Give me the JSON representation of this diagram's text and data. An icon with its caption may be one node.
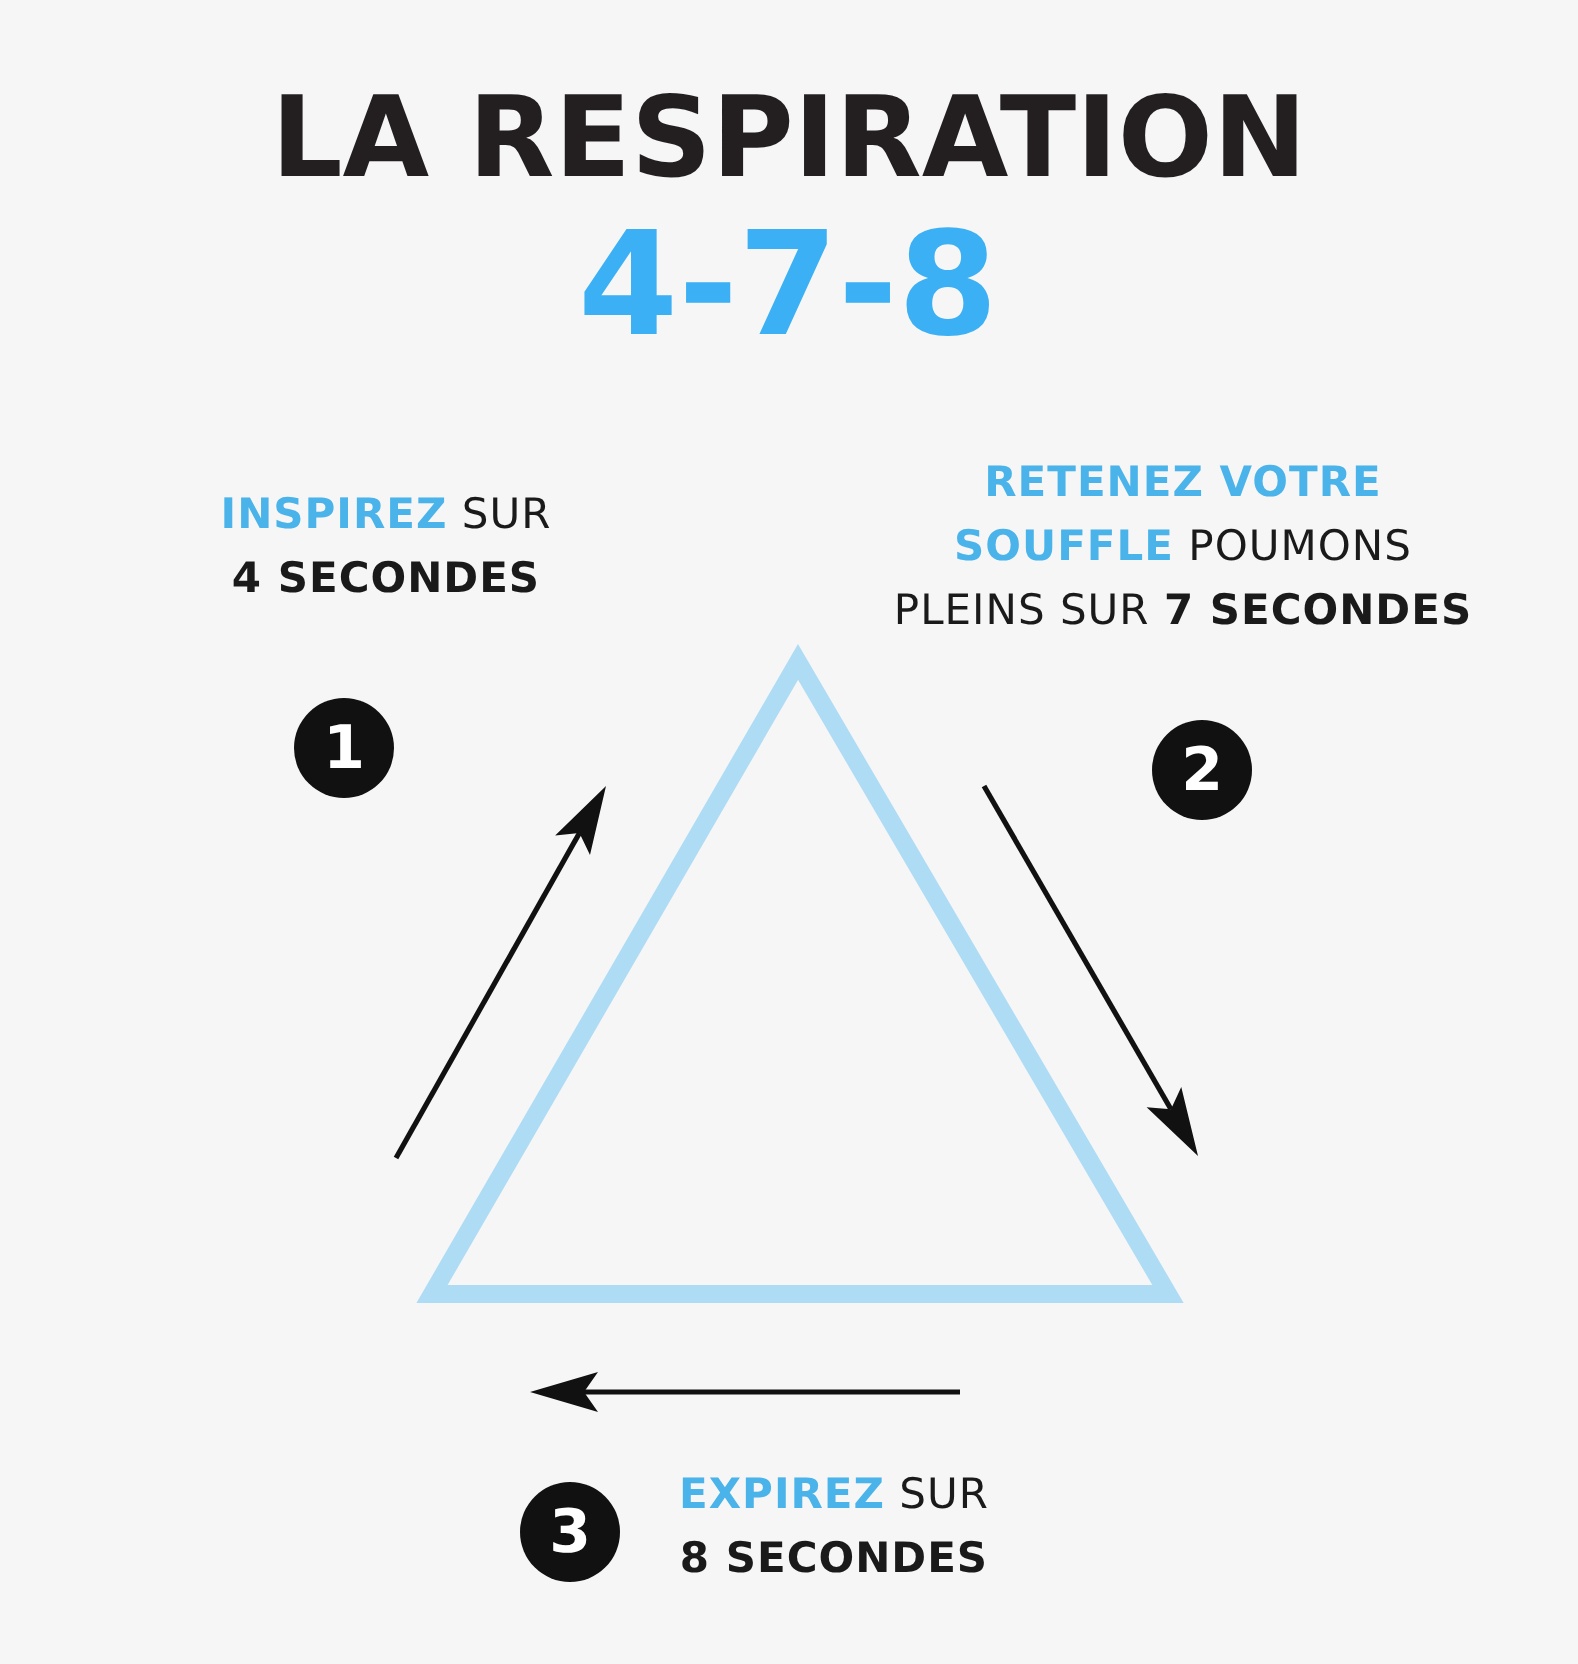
{
  "diagram": {
    "title": "LA RESPIRATION",
    "nodes": [
      {
        "text": [
          "1"
        ],
        "beside": [
          "**INSPIREZ** SUR **4 SECONDES**"
        ]
      },
      {
        "text": [
          "2"
        ],
        "beside": [
          "**RETENEZ VOTRE SOUFFLE** POUMONS PLEINS SUR **7 SECONDES**"
        ]
      },
      {
        "text": [
          "3"
        ],
        "beside": [
          "**EXPIREZ** SUR **8 SECONDES**"
        ]
      }
    ],
    "labels": [
      "4-7-8"
    ]
  }
}
